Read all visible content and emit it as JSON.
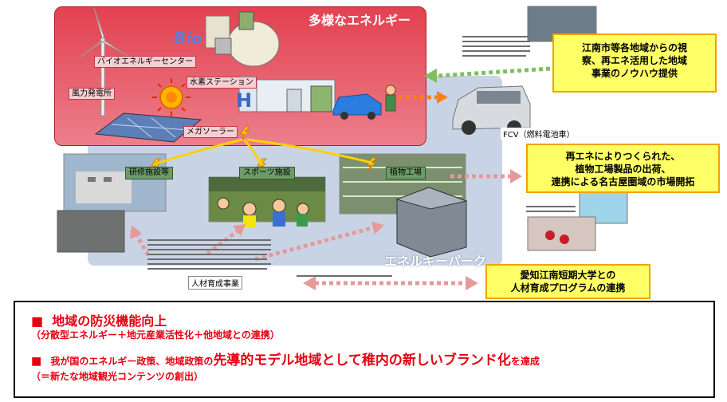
{
  "top_panel_title": "多様なエネルギー",
  "park_label": "エネルギーパーク",
  "labels": {
    "bio_logo": "Bio",
    "h_logo": "H",
    "bio_center": "バイオエネルギーセンター",
    "wind": "風力発電所",
    "hydrogen": "水素ステーション",
    "solar": "メガソーラー",
    "fcv": "FCV（燃料電池車）",
    "training": "研修施設等",
    "sports": "スポーツ施設",
    "plant_factory": "植物工場",
    "hr_project": "人材育成事業"
  },
  "callouts": {
    "visit": [
      "江南市等各地域からの視",
      "察、再エネ活用した地域",
      "事業のノウハウ提供"
    ],
    "market": [
      "再エネによりつくられた、",
      "植物工場製品の出荷、",
      "連携による名古屋圏域の市場開拓"
    ],
    "college": [
      "愛知江南短期大学との",
      "人材育成プログラムの連携"
    ]
  },
  "bottom": {
    "line1_marker": "■",
    "line1_title": "地域の防災機能向上",
    "line1_sub": "（分散型エネルギー＋地元産業活性化＋他地域との連携）",
    "line2_marker": "■",
    "line2_a": "我が国のエネルギー政策、地域政策の",
    "line2_b": "先導的モデル地域として稚内の新しいブランド化",
    "line2_c": "を達成",
    "line3": "（＝新たな地域観光コンテンツの創出）"
  },
  "colors": {
    "red_panel": "#e34150",
    "blue_panel": "#c9d3e6",
    "callout_fill": "#ffff66",
    "callout_border": "#f1a400",
    "title_red": "#e60012",
    "arrow_green": "#7fbf60",
    "arrow_orange": "#ff7f1e",
    "arrow_pink": "#e59a9a",
    "bolt_yellow": "#ffd200"
  }
}
